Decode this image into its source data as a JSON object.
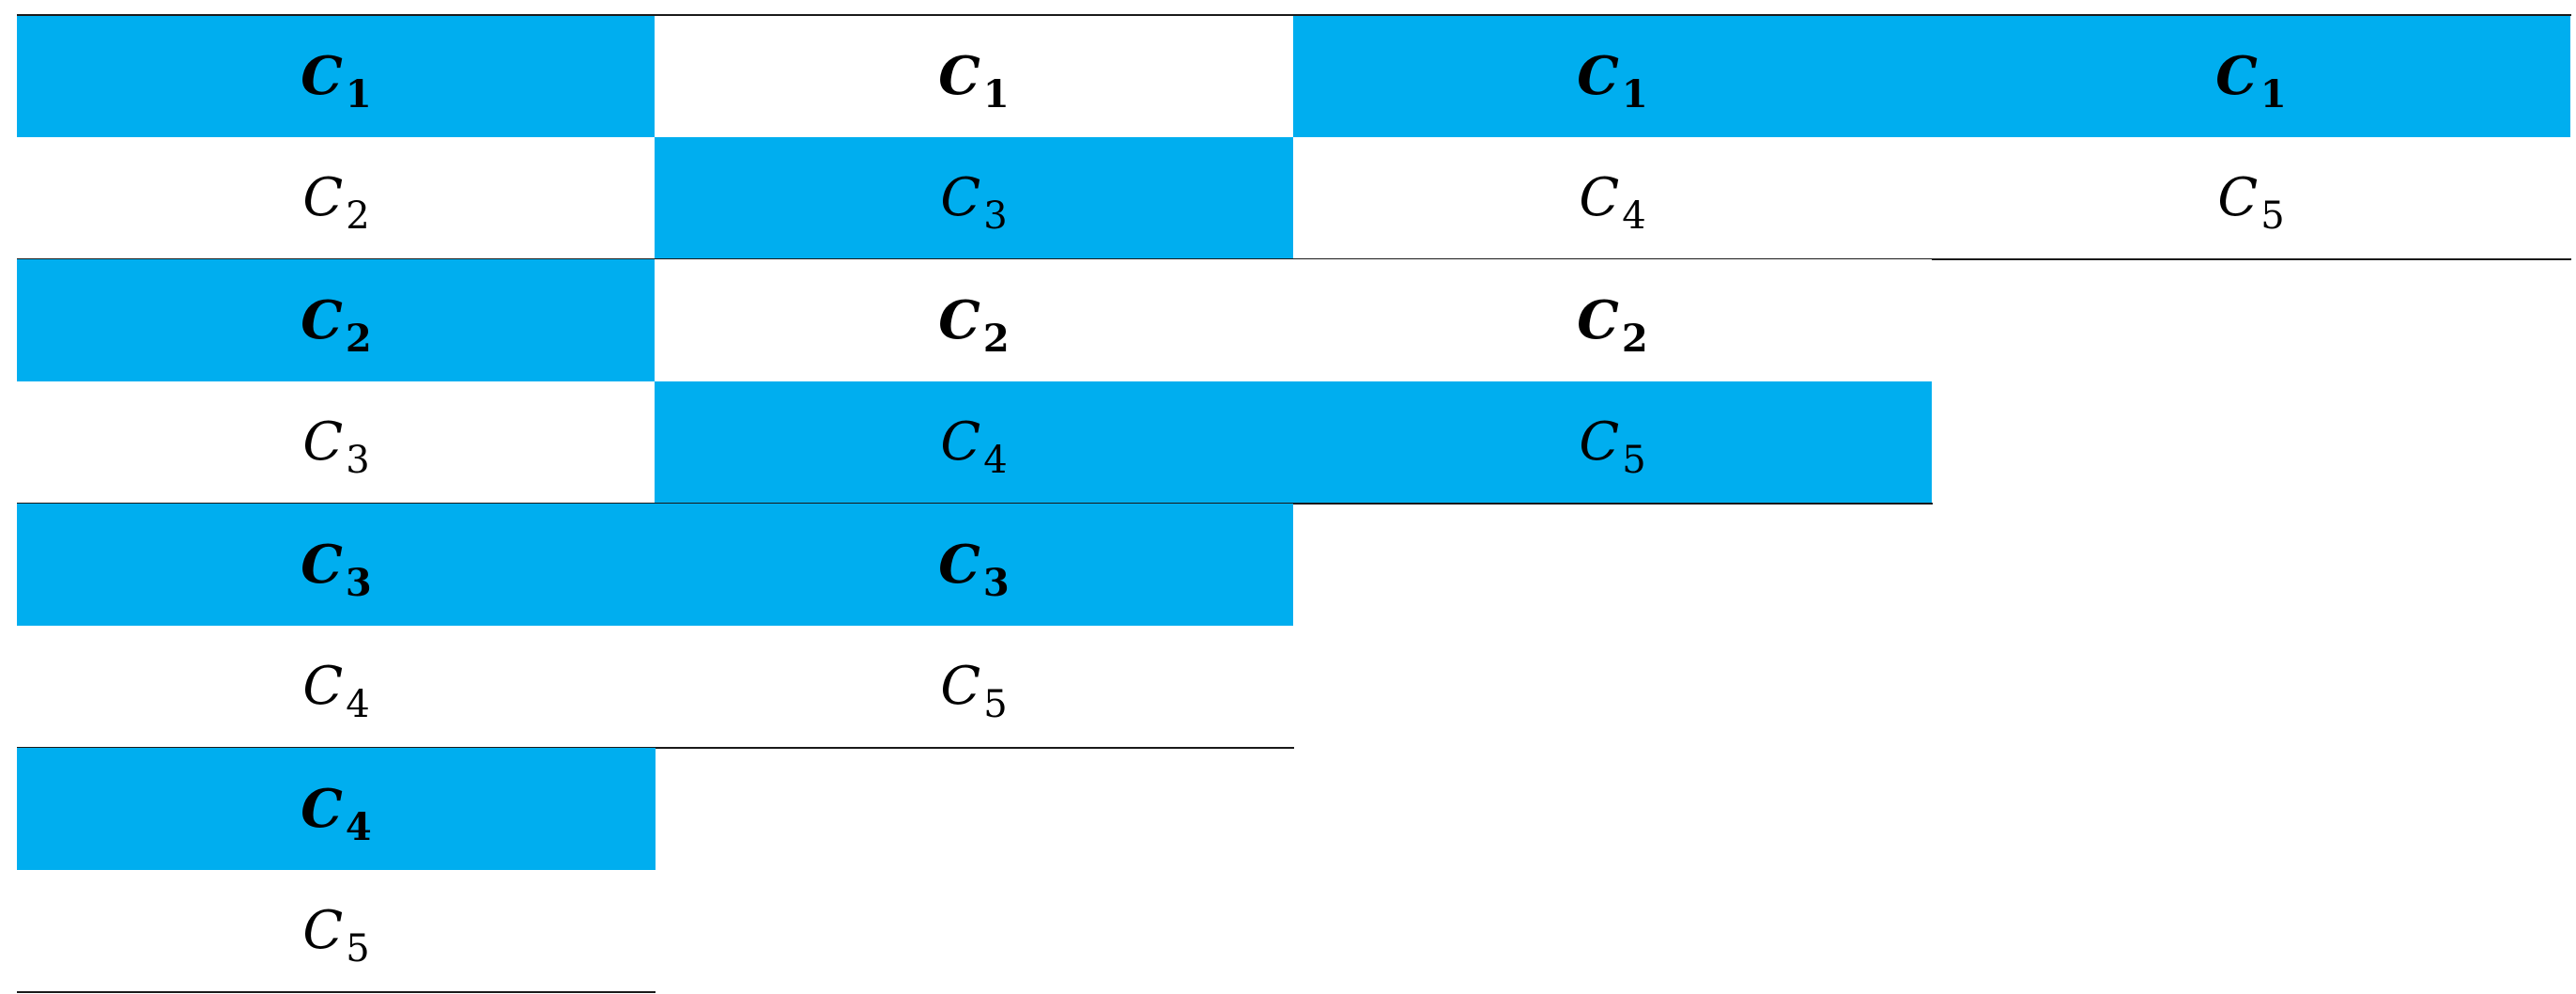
{
  "colors": {
    "highlight": "#00AEEF",
    "plain": "#FFFFFF",
    "rule": "#1A1A1A",
    "text": "#000000"
  },
  "symbol": "C",
  "groups": [
    {
      "pairs": [
        {
          "top": {
            "sub": "1",
            "highlighted": true
          },
          "bottom": {
            "sub": "2",
            "highlighted": false
          }
        },
        {
          "top": {
            "sub": "1",
            "highlighted": false
          },
          "bottom": {
            "sub": "3",
            "highlighted": true
          }
        },
        {
          "top": {
            "sub": "1",
            "highlighted": true
          },
          "bottom": {
            "sub": "4",
            "highlighted": false
          }
        },
        {
          "top": {
            "sub": "1",
            "highlighted": true
          },
          "bottom": {
            "sub": "5",
            "highlighted": false
          }
        }
      ]
    },
    {
      "pairs": [
        {
          "top": {
            "sub": "2",
            "highlighted": true
          },
          "bottom": {
            "sub": "3",
            "highlighted": false
          }
        },
        {
          "top": {
            "sub": "2",
            "highlighted": false
          },
          "bottom": {
            "sub": "4",
            "highlighted": true
          }
        },
        {
          "top": {
            "sub": "2",
            "highlighted": false
          },
          "bottom": {
            "sub": "5",
            "highlighted": true
          }
        }
      ]
    },
    {
      "pairs": [
        {
          "top": {
            "sub": "3",
            "highlighted": true
          },
          "bottom": {
            "sub": "4",
            "highlighted": false
          }
        },
        {
          "top": {
            "sub": "3",
            "highlighted": true
          },
          "bottom": {
            "sub": "5",
            "highlighted": false
          }
        }
      ]
    },
    {
      "pairs": [
        {
          "top": {
            "sub": "4",
            "highlighted": true
          },
          "bottom": {
            "sub": "5",
            "highlighted": false
          }
        }
      ]
    }
  ]
}
